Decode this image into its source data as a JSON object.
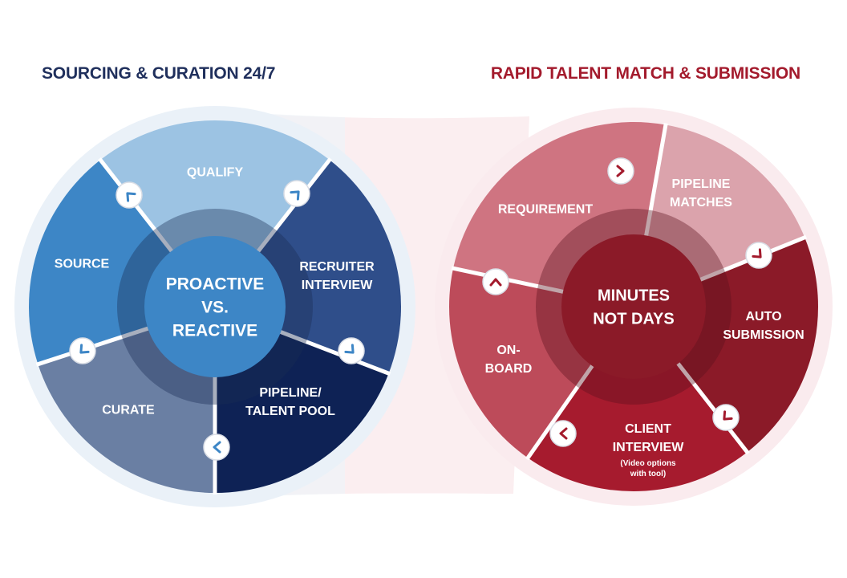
{
  "left_cycle": {
    "heading": "SOURCING & CURATION 24/7",
    "heading_color": "#1f2f5c",
    "center": [
      "PROACTIVE",
      "VS.",
      "REACTIVE"
    ],
    "segments": [
      {
        "id": "qualify",
        "lines": [
          "QUALIFY"
        ],
        "color": "#9cc3e3"
      },
      {
        "id": "recruiter-interview",
        "lines": [
          "RECRUITER",
          "INTERVIEW"
        ],
        "color": "#2f4e8a"
      },
      {
        "id": "pipeline-talent-pool",
        "lines": [
          "PIPELINE/",
          "TALENT POOL"
        ],
        "color": "#0e2255"
      },
      {
        "id": "curate",
        "lines": [
          "CURATE"
        ],
        "color": "#6a7fa3"
      },
      {
        "id": "source",
        "lines": [
          "SOURCE"
        ],
        "color": "#3d86c6"
      }
    ],
    "arrow_color": "#3d86c6"
  },
  "right_cycle": {
    "heading": "RAPID TALENT MATCH & SUBMISSION",
    "heading_color": "#a31a2c",
    "center": [
      "MINUTES",
      "NOT DAYS"
    ],
    "segments": [
      {
        "id": "requirement",
        "lines": [
          "REQUIREMENT"
        ],
        "color": "#dba3ac"
      },
      {
        "id": "pipeline-matches",
        "lines": [
          "PIPELINE",
          "MATCHES"
        ],
        "color": "#8b1a28"
      },
      {
        "id": "auto-submission",
        "lines": [
          "AUTO",
          "SUBMISSION"
        ],
        "color": "#a61b2e"
      },
      {
        "id": "client-interview",
        "lines": [
          "CLIENT",
          "INTERVIEW"
        ],
        "sub": [
          "(Video options",
          "with tool)"
        ],
        "color": "#bd4b5a"
      },
      {
        "id": "on-board",
        "lines": [
          "ON-",
          "BOARD"
        ],
        "color": "#cf7481"
      }
    ],
    "arrow_color": "#a31a2c"
  }
}
